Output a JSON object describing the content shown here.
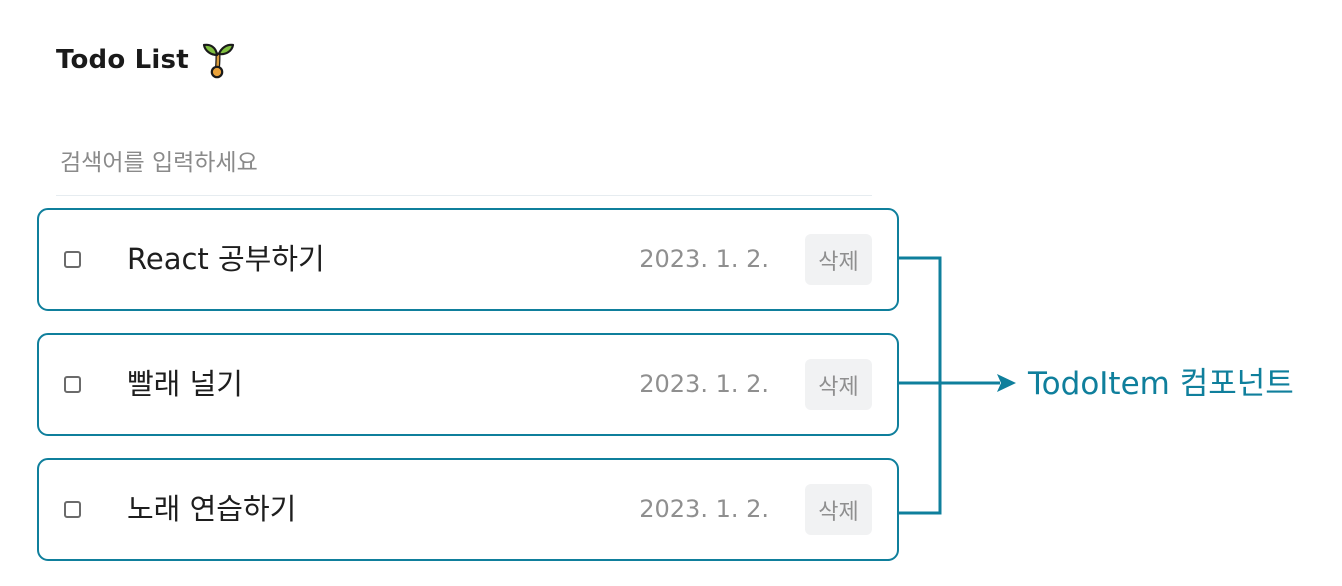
{
  "header": {
    "title": "Todo List",
    "icon": "sprout-icon"
  },
  "search": {
    "placeholder": "검색어를 입력하세요",
    "value": ""
  },
  "todos": [
    {
      "content": "React 공부하기",
      "date": "2023. 1. 2.",
      "delete_label": "삭제",
      "checked": false
    },
    {
      "content": "빨래 널기",
      "date": "2023. 1. 2.",
      "delete_label": "삭제",
      "checked": false
    },
    {
      "content": "노래 연습하기",
      "date": "2023. 1. 2.",
      "delete_label": "삭제",
      "checked": false
    }
  ],
  "annotation": {
    "label": "TodoItem 컴포넌트",
    "color": "#0f7f9c"
  },
  "colors": {
    "accent": "#0f7f9c",
    "text": "#1e1e1e",
    "muted": "#8f8f8f",
    "button_bg": "#f1f2f3"
  }
}
